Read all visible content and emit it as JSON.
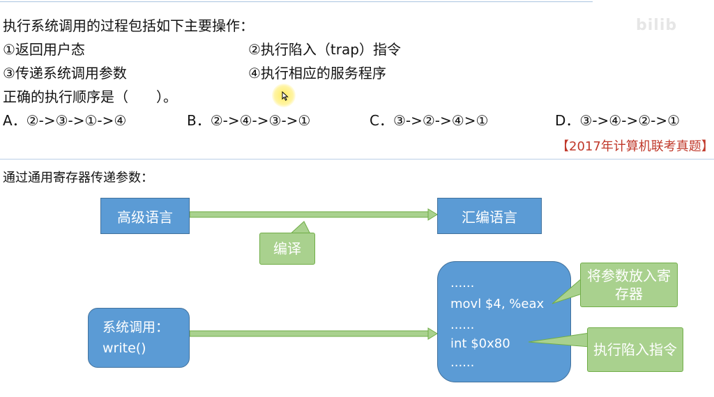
{
  "question": {
    "stem": "执行系统调用的过程包括如下主要操作：",
    "ops": [
      "①返回用户态",
      "②执行陷入（trap）指令",
      "③传递系统调用参数",
      "④执行相应的服务程序"
    ],
    "prompt": "正确的执行顺序是（　　）。",
    "choices": [
      "A．②->③->①->④",
      "B．②->④->③->①",
      "C．③->②->④>①",
      "D．③->④->②->①"
    ],
    "source": "【2017年计算机联考真题】"
  },
  "section_heading": "通过通用寄存器传递参数：",
  "diagram": {
    "high_level_lang": "高级语言",
    "assembly_lang": "汇编语言",
    "compile_label": "编译",
    "syscall_box": [
      "系统调用：",
      "write()"
    ],
    "asm_lines": [
      "......",
      "movl $4, %eax",
      "......",
      "int $0x80",
      "......"
    ],
    "callout_register": "将参数放入寄存器",
    "callout_trap": "执行陷入指令"
  },
  "colors": {
    "box_blue": "#5b9bd5",
    "callout_green": "#a9d18e",
    "source_red": "#c0392b",
    "rule_line": "#aac3e0"
  }
}
